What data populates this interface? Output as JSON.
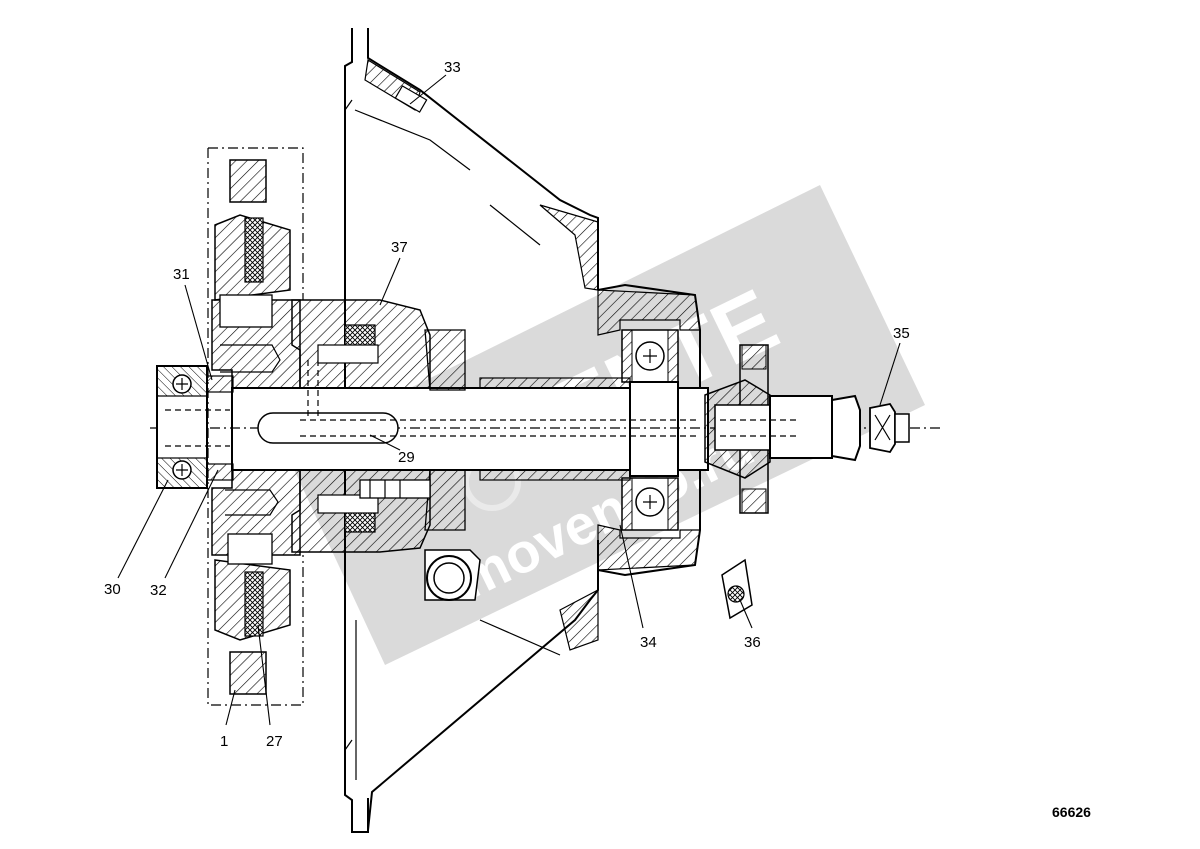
{
  "diagram": {
    "callouts": [
      {
        "id": "c33",
        "label": "33"
      },
      {
        "id": "c37",
        "label": "37"
      },
      {
        "id": "c31",
        "label": "31"
      },
      {
        "id": "c35",
        "label": "35"
      },
      {
        "id": "c29",
        "label": "29"
      },
      {
        "id": "c30",
        "label": "30"
      },
      {
        "id": "c32",
        "label": "32"
      },
      {
        "id": "c34",
        "label": "34"
      },
      {
        "id": "c36",
        "label": "36"
      },
      {
        "id": "c1",
        "label": "1"
      },
      {
        "id": "c27",
        "label": "27"
      }
    ],
    "figure_number": "66626",
    "watermark": {
      "line1": "VENTE",
      "line2": "movendo.ru",
      "color": "#c8c8c8"
    }
  }
}
